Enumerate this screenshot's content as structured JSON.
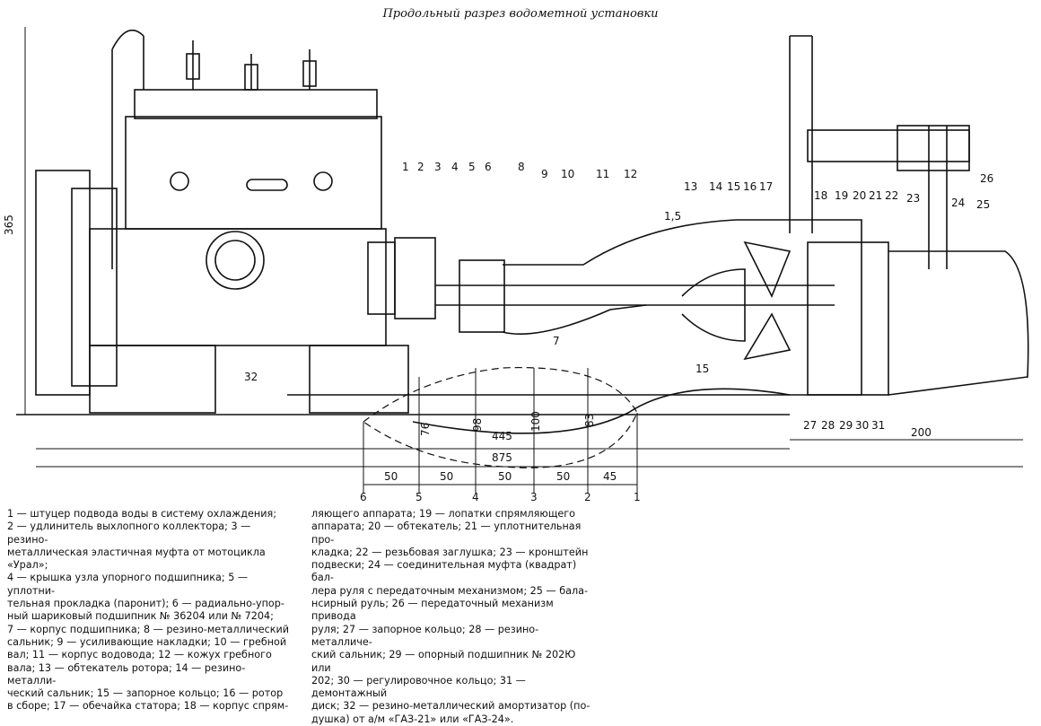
{
  "title": "Продольный разрез водометной установки",
  "dimensions": {
    "h365": "365",
    "d445": "445",
    "d875": "875",
    "d200": "200",
    "v76": "76",
    "v98": "98",
    "v100": "100",
    "v83": "83",
    "s50a": "50",
    "s50b": "50",
    "s50c": "50",
    "s50d": "50",
    "s45": "45",
    "n15top": "1,5",
    "n15bot": "15"
  },
  "sections": [
    "6",
    "5",
    "4",
    "3",
    "2",
    "1"
  ],
  "callouts_top": [
    "1",
    "2",
    "3",
    "4",
    "5",
    "6",
    "8",
    "9",
    "10",
    "11",
    "12",
    "13",
    "14",
    "15",
    "16",
    "17",
    "18",
    "19",
    "20",
    "21",
    "22",
    "23",
    "24",
    "25",
    "26"
  ],
  "callouts_bottom": [
    "27",
    "28",
    "29",
    "30",
    "31"
  ],
  "callout_7": "7",
  "callout_32": "32",
  "legend_left": [
    "1 — штуцер подвода воды в систему охлаждения;",
    "2 — удлинитель выхлопного коллектора; 3 — резино-",
    "металлическая эластичная муфта от мотоцикла «Урал»;",
    "4 — крышка узла упорного подшипника; 5 — уплотни-",
    "тельная прокладка (паронит); 6 — радиально-упор-",
    "ный шариковый подшипник № 36204 или № 7204;",
    "7 — корпус подшипника; 8 — резино-металлический",
    "сальник; 9 — усиливающие накладки; 10 — гребной",
    "вал; 11 — корпус водовода; 12 — кожух гребного",
    "вала; 13 — обтекатель ротора; 14 — резино-металли-",
    "ческий сальник; 15 — запорное кольцо; 16 — ротор",
    "в сборе; 17 — обечайка статора; 18 — корпус спрям-"
  ],
  "legend_right": [
    "ляющего аппарата; 19 — лопатки спрямляющего",
    "аппарата; 20 — обтекатель; 21 — уплотнительная про-",
    "кладка; 22 — резьбовая заглушка; 23 — кронштейн",
    "подвески; 24 — соединительная муфта (квадрат) бал-",
    "лера руля с передаточным механизмом; 25 — бала-",
    "нсирный руль; 26 — передаточный механизм привода",
    "руля; 27 — запорное кольцо; 28 — резино-металличе-",
    "ский сальник; 29 — опорный подшипник № 202Ю или",
    "202; 30 — регулировочное кольцо; 31 — демонтажный",
    "диск; 32 — резино-металлический амортизатор (по-",
    "душка) от а/м «ГАЗ-21» или «ГАЗ-24»."
  ]
}
